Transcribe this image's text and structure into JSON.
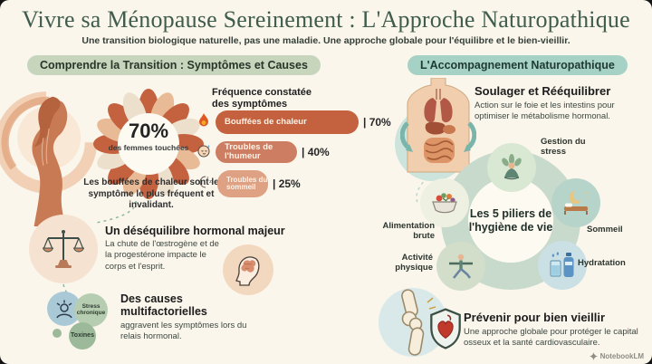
{
  "page": {
    "title": "Vivre sa Ménopause Sereinement : L'Approche Naturopathique",
    "subtitle": "Une transition biologique naturelle, pas une maladie. Une approche globale pour l'équilibre et le bien-vieillir.",
    "watermark": "NotebookLM"
  },
  "left": {
    "section_title": "Comprendre la Transition : Symptômes et Causes",
    "stat": {
      "value": "70%",
      "label": "des femmes touchées",
      "caption": "Les bouffées de chaleur sont le symptôme le plus fréquent et invalidant."
    },
    "chart": {
      "title": "Fréquence constatée des symptômes",
      "bars": [
        {
          "icon": "flame-icon",
          "label": "Bouffées de chaleur",
          "value_label": "| 70%"
        },
        {
          "icon": "flushed-face-icon",
          "label": "Troubles de l'humeur",
          "value_label": "| 40%"
        },
        {
          "icon": "sleep-moon-icon",
          "label": "Troubles du sommeil",
          "value_label": "| 25%"
        }
      ]
    },
    "hormonal": {
      "title": "Un déséquilibre hormonal majeur",
      "body": "La chute de l'œstrogène et de la progestérone impacte le corps et l'esprit."
    },
    "causes": {
      "title": "Des causes multifactorielles",
      "body": "aggravent les symptômes lors du relais hormonal.",
      "bubbles": [
        {
          "label": "Stress chronique"
        },
        {
          "label": "Toxines"
        }
      ]
    }
  },
  "right": {
    "section_title": "L'Accompagnement Naturopathique",
    "relieve": {
      "title": "Soulager et Rééquilibrer",
      "body": "Action sur le foie et les intestins pour optimiser le métabolisme hormonal."
    },
    "pillars": {
      "center": "Les 5 piliers de l'hygiène de vie",
      "items": [
        {
          "label": "Gestion du stress",
          "icon": "meditation-icon"
        },
        {
          "label": "Sommeil",
          "icon": "bed-moon-icon"
        },
        {
          "label": "Hydratation",
          "icon": "water-icon"
        },
        {
          "label": "Activité physique",
          "icon": "yoga-icon"
        },
        {
          "label": "Alimentation brute",
          "icon": "salad-bowl-icon"
        }
      ]
    },
    "prevent": {
      "title": "Prévenir pour bien vieillir",
      "body": "Une approche globale pour protéger le capital osseux et la santé cardiovasculaire."
    }
  },
  "colors": {
    "accent_green": "#3f5c4c",
    "pill_left_bg": "#c7d5bc",
    "pill_right_bg": "#a6d2c5",
    "bar_colors": [
      "#c4613e",
      "#cd7d62",
      "#dfa184"
    ]
  },
  "chart_data": {
    "type": "bar",
    "orientation": "horizontal",
    "title": "Fréquence constatée des symptômes",
    "categories": [
      "Bouffées de chaleur",
      "Troubles de l'humeur",
      "Troubles du sommeil"
    ],
    "values": [
      70,
      40,
      25
    ],
    "unit": "%",
    "xlim": [
      0,
      100
    ],
    "grid": false,
    "legend": false
  }
}
